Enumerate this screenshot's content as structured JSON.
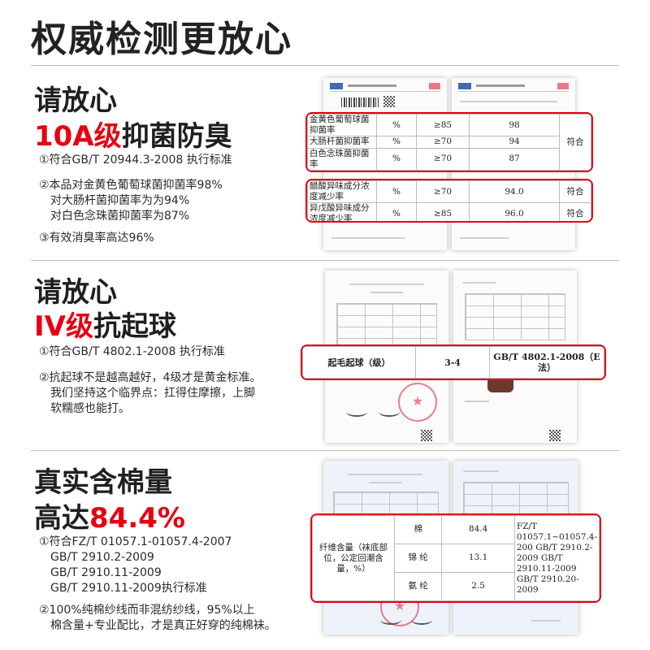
{
  "title": "权威检测更放心",
  "section1": {
    "line1": "请放心",
    "line2_red": "10A级",
    "line2_rest": "抑菌防臭",
    "notes": [
      "①符合GB/T 20944.3-2008 执行标准",
      "②本品对金黄色葡萄球菌抑菌率98%",
      "对大肠杆菌抑菌率为为94%",
      "对白色念珠菌抑菌率为87%",
      "③有效消臭率高达96%"
    ],
    "table_a": {
      "rows": [
        [
          "金黄色葡萄球菌抑菌率",
          "%",
          "≥85",
          "98"
        ],
        [
          "大肠杆菌抑菌率",
          "%",
          "≥70",
          "94"
        ],
        [
          "白色念珠菌抑菌率",
          "%",
          "≥70",
          "87"
        ]
      ],
      "verdict": "符合"
    },
    "table_b": {
      "rows": [
        [
          "醋酸异味成分浓度减少率",
          "%",
          "≥70",
          "94.0",
          "符合"
        ],
        [
          "异戊酸异味成分浓度减少率",
          "%",
          "≥85",
          "96.0",
          "符合"
        ]
      ]
    }
  },
  "section2": {
    "line1": "请放心",
    "line2_red": "IV级",
    "line2_rest": "抗起球",
    "notes": [
      "①符合GB/T 4802.1-2008 执行标准",
      "②抗起球不是越高越好，4级才是黄金标准。",
      "我们坚持这个临界点：扛得住摩擦，上脚",
      "软糯感也能打。"
    ],
    "table": {
      "col1": "起毛起球（级）",
      "col2": "3-4",
      "col3": "GB/T 4802.1-2008（E 法）"
    }
  },
  "section3": {
    "line1": "真实含棉量",
    "line2_black": "高达",
    "line2_red": "84.4%",
    "notes": [
      "①符合FZ/T 01057.1-01057.4-2007",
      "GB/T 2910.2-2009",
      "GB/T 2910.11-2009",
      "GB/T 2910.11-2009执行标准",
      "②100%纯棉纱线而非混纺纱线，95%以上",
      "棉含量+专业配比，才是真正好穿的纯棉袜。"
    ],
    "table": {
      "label": "纤维含量（袜底部位，公定回潮含量，%）",
      "rows": [
        [
          "棉",
          "84.4"
        ],
        [
          "锦 纶",
          "13.1"
        ],
        [
          "氨 纶",
          "2.5"
        ]
      ],
      "standards": "FZ/T 01057.1~01057.4-200 GB/T 2910.2-2009 GB/T 2910.11-2009 GB/T 2910.20-2009"
    }
  },
  "colors": {
    "accent_red": "#e60012",
    "text": "#1f1f1f",
    "separator": "#bdbdbd"
  }
}
